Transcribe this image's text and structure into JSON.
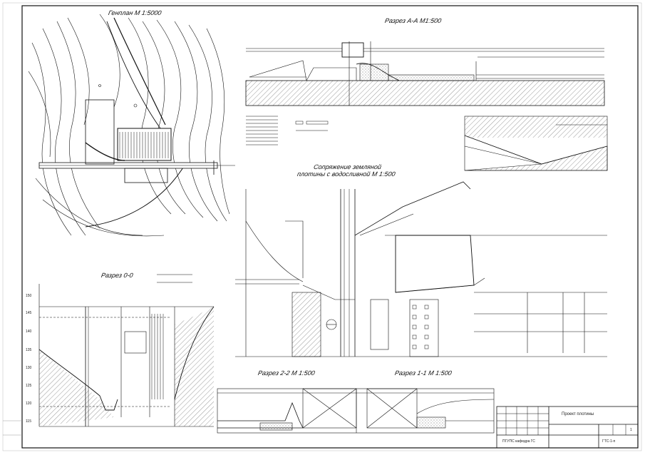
{
  "titles": {
    "plan": "Генплан М 1:5000",
    "section_aa": "Разрез А-А      М1:500",
    "junction": "Сопряжение земляной\nплотины с водосливной М 1:500",
    "section_00": "Разрез 0-0",
    "section_22": "Разрез 2-2   М 1:500",
    "section_11": "Разрез 1-1    М 1:500"
  },
  "elevations_left": [
    "150",
    "145",
    "140",
    "135",
    "130",
    "125",
    "120",
    "115"
  ],
  "title_block": {
    "project": "Проект плотины",
    "doc_code": "ГТС-1-п",
    "org": "ПГУПС кафедра ГС",
    "sheet": "1"
  },
  "colors": {
    "ink": "#111111",
    "hatch": "#555555"
  }
}
